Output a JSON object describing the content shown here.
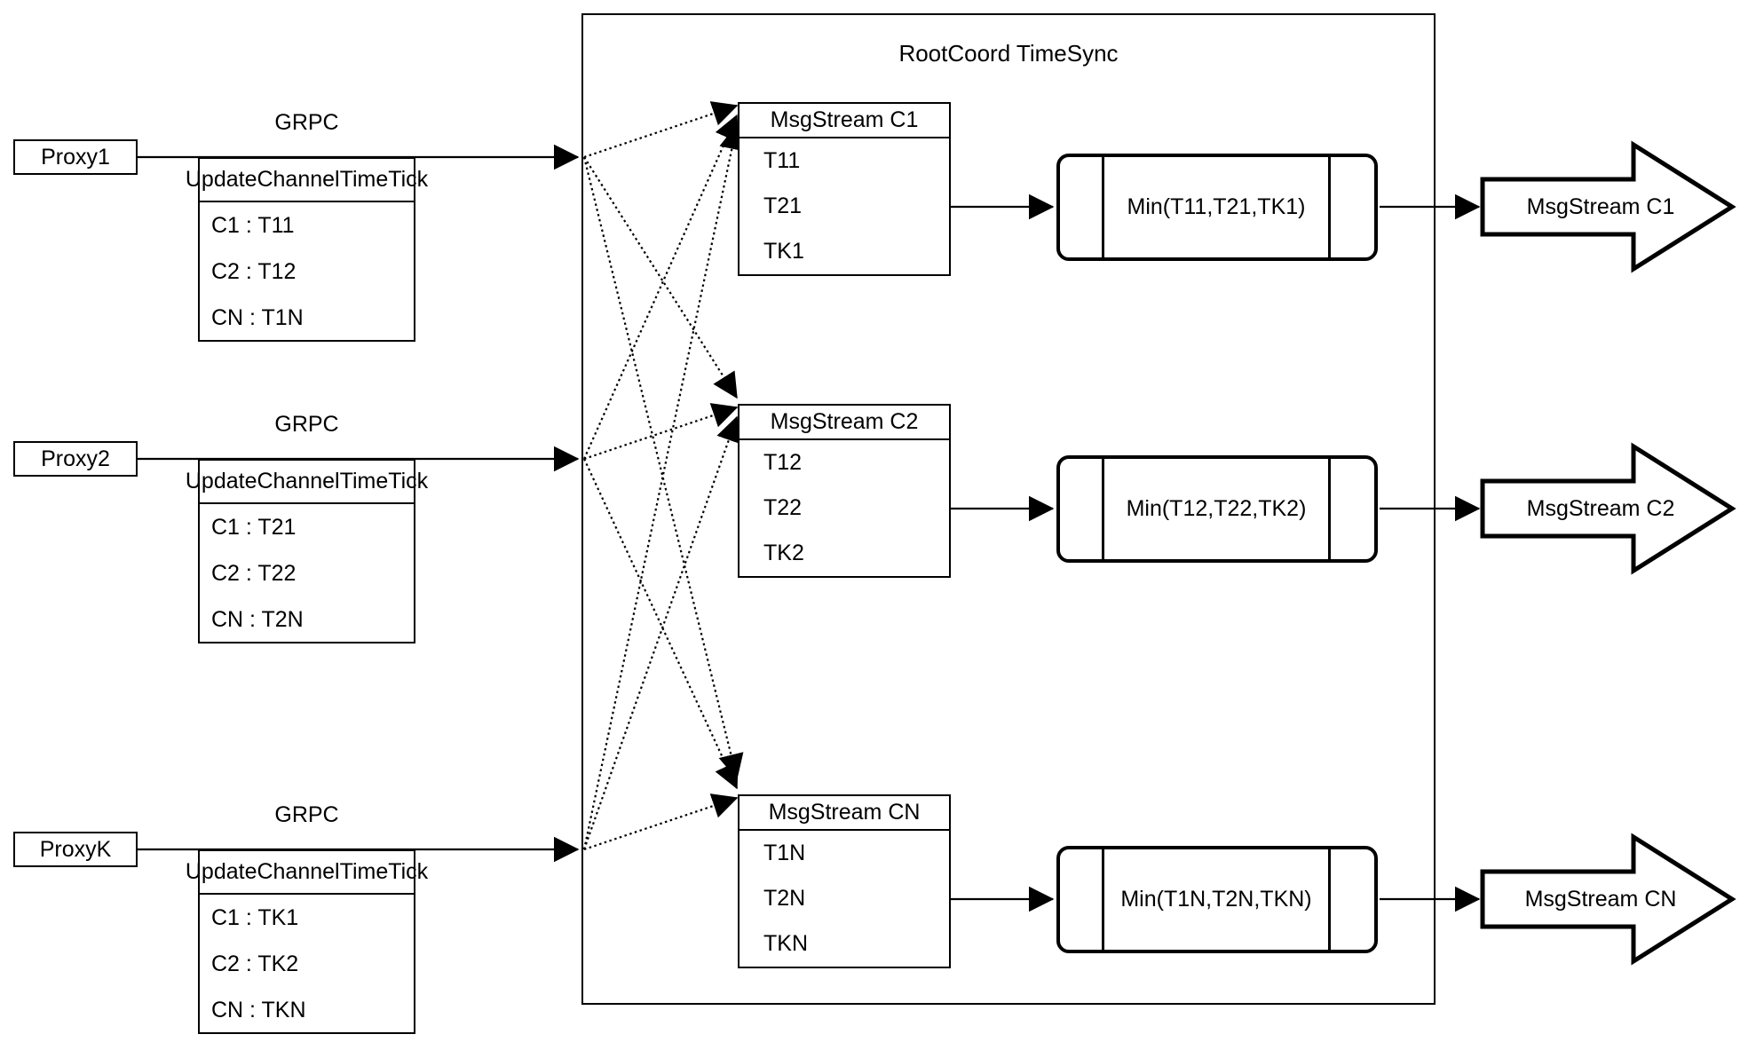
{
  "diagram": {
    "container_title": "RootCoord TimeSync",
    "colors": {
      "stroke": "#000000",
      "background": "#ffffff"
    },
    "rows": [
      {
        "proxy_label": "Proxy1",
        "protocol_label": "GRPC",
        "update_table": {
          "header": "UpdateChannelTimeTick",
          "rows": [
            "C1 :  T11",
            "C2 :  T12",
            "CN : T1N"
          ]
        },
        "msgstream_table": {
          "header": "MsgStream C1",
          "rows": [
            "T11",
            "T21",
            "TK1"
          ]
        },
        "min_label": "Min(T11,T21,TK1)",
        "output_label": "MsgStream C1"
      },
      {
        "proxy_label": "Proxy2",
        "protocol_label": "GRPC",
        "update_table": {
          "header": "UpdateChannelTimeTick",
          "rows": [
            "C1 :  T21",
            "C2 :  T22",
            "CN : T2N"
          ]
        },
        "msgstream_table": {
          "header": "MsgStream C2",
          "rows": [
            "T12",
            "T22",
            "TK2"
          ]
        },
        "min_label": "Min(T12,T22,TK2)",
        "output_label": "MsgStream C2"
      },
      {
        "proxy_label": "ProxyK",
        "protocol_label": "GRPC",
        "update_table": {
          "header": "UpdateChannelTimeTick",
          "rows": [
            "C1 :  TK1",
            "C2 :  TK2",
            "CN : TKN"
          ]
        },
        "msgstream_table": {
          "header": "MsgStream CN",
          "rows": [
            "T1N",
            "T2N",
            "TKN"
          ]
        },
        "min_label": "Min(T1N,T2N,TKN)",
        "output_label": "MsgStream CN"
      }
    ]
  }
}
